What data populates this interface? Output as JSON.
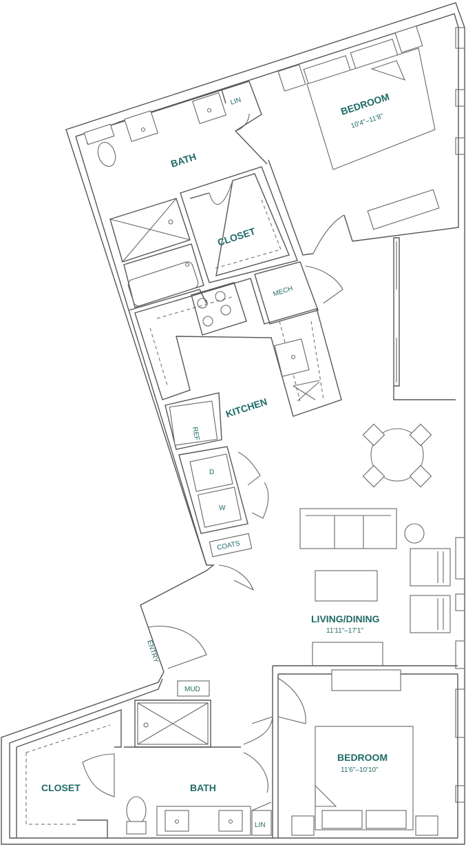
{
  "rooms": {
    "bedroom_top": {
      "name": "BEDROOM",
      "dims": "10'4\"–11'8\""
    },
    "bath_top": {
      "name": "BATH"
    },
    "lin_top": {
      "name": "LIN"
    },
    "closet_top": {
      "name": "CLOSET"
    },
    "mech": {
      "name": "MECH"
    },
    "kitchen": {
      "name": "KITCHEN"
    },
    "ref": {
      "name": "REF"
    },
    "dryer": {
      "name": "D"
    },
    "washer": {
      "name": "W"
    },
    "coats": {
      "name": "COATS"
    },
    "entry": {
      "name": "ENTRY"
    },
    "mud": {
      "name": "MUD"
    },
    "living": {
      "name": "LIVING/DINING",
      "dims": "11'11\"–17'1\""
    },
    "bedroom_bottom": {
      "name": "BEDROOM",
      "dims": "11'6\"–10'10\""
    },
    "bath_bottom": {
      "name": "BATH"
    },
    "lin_bottom": {
      "name": "LIN"
    },
    "closet_bottom": {
      "name": "CLOSET"
    }
  },
  "colors": {
    "label": "#1f6a66",
    "line": "#555555"
  }
}
